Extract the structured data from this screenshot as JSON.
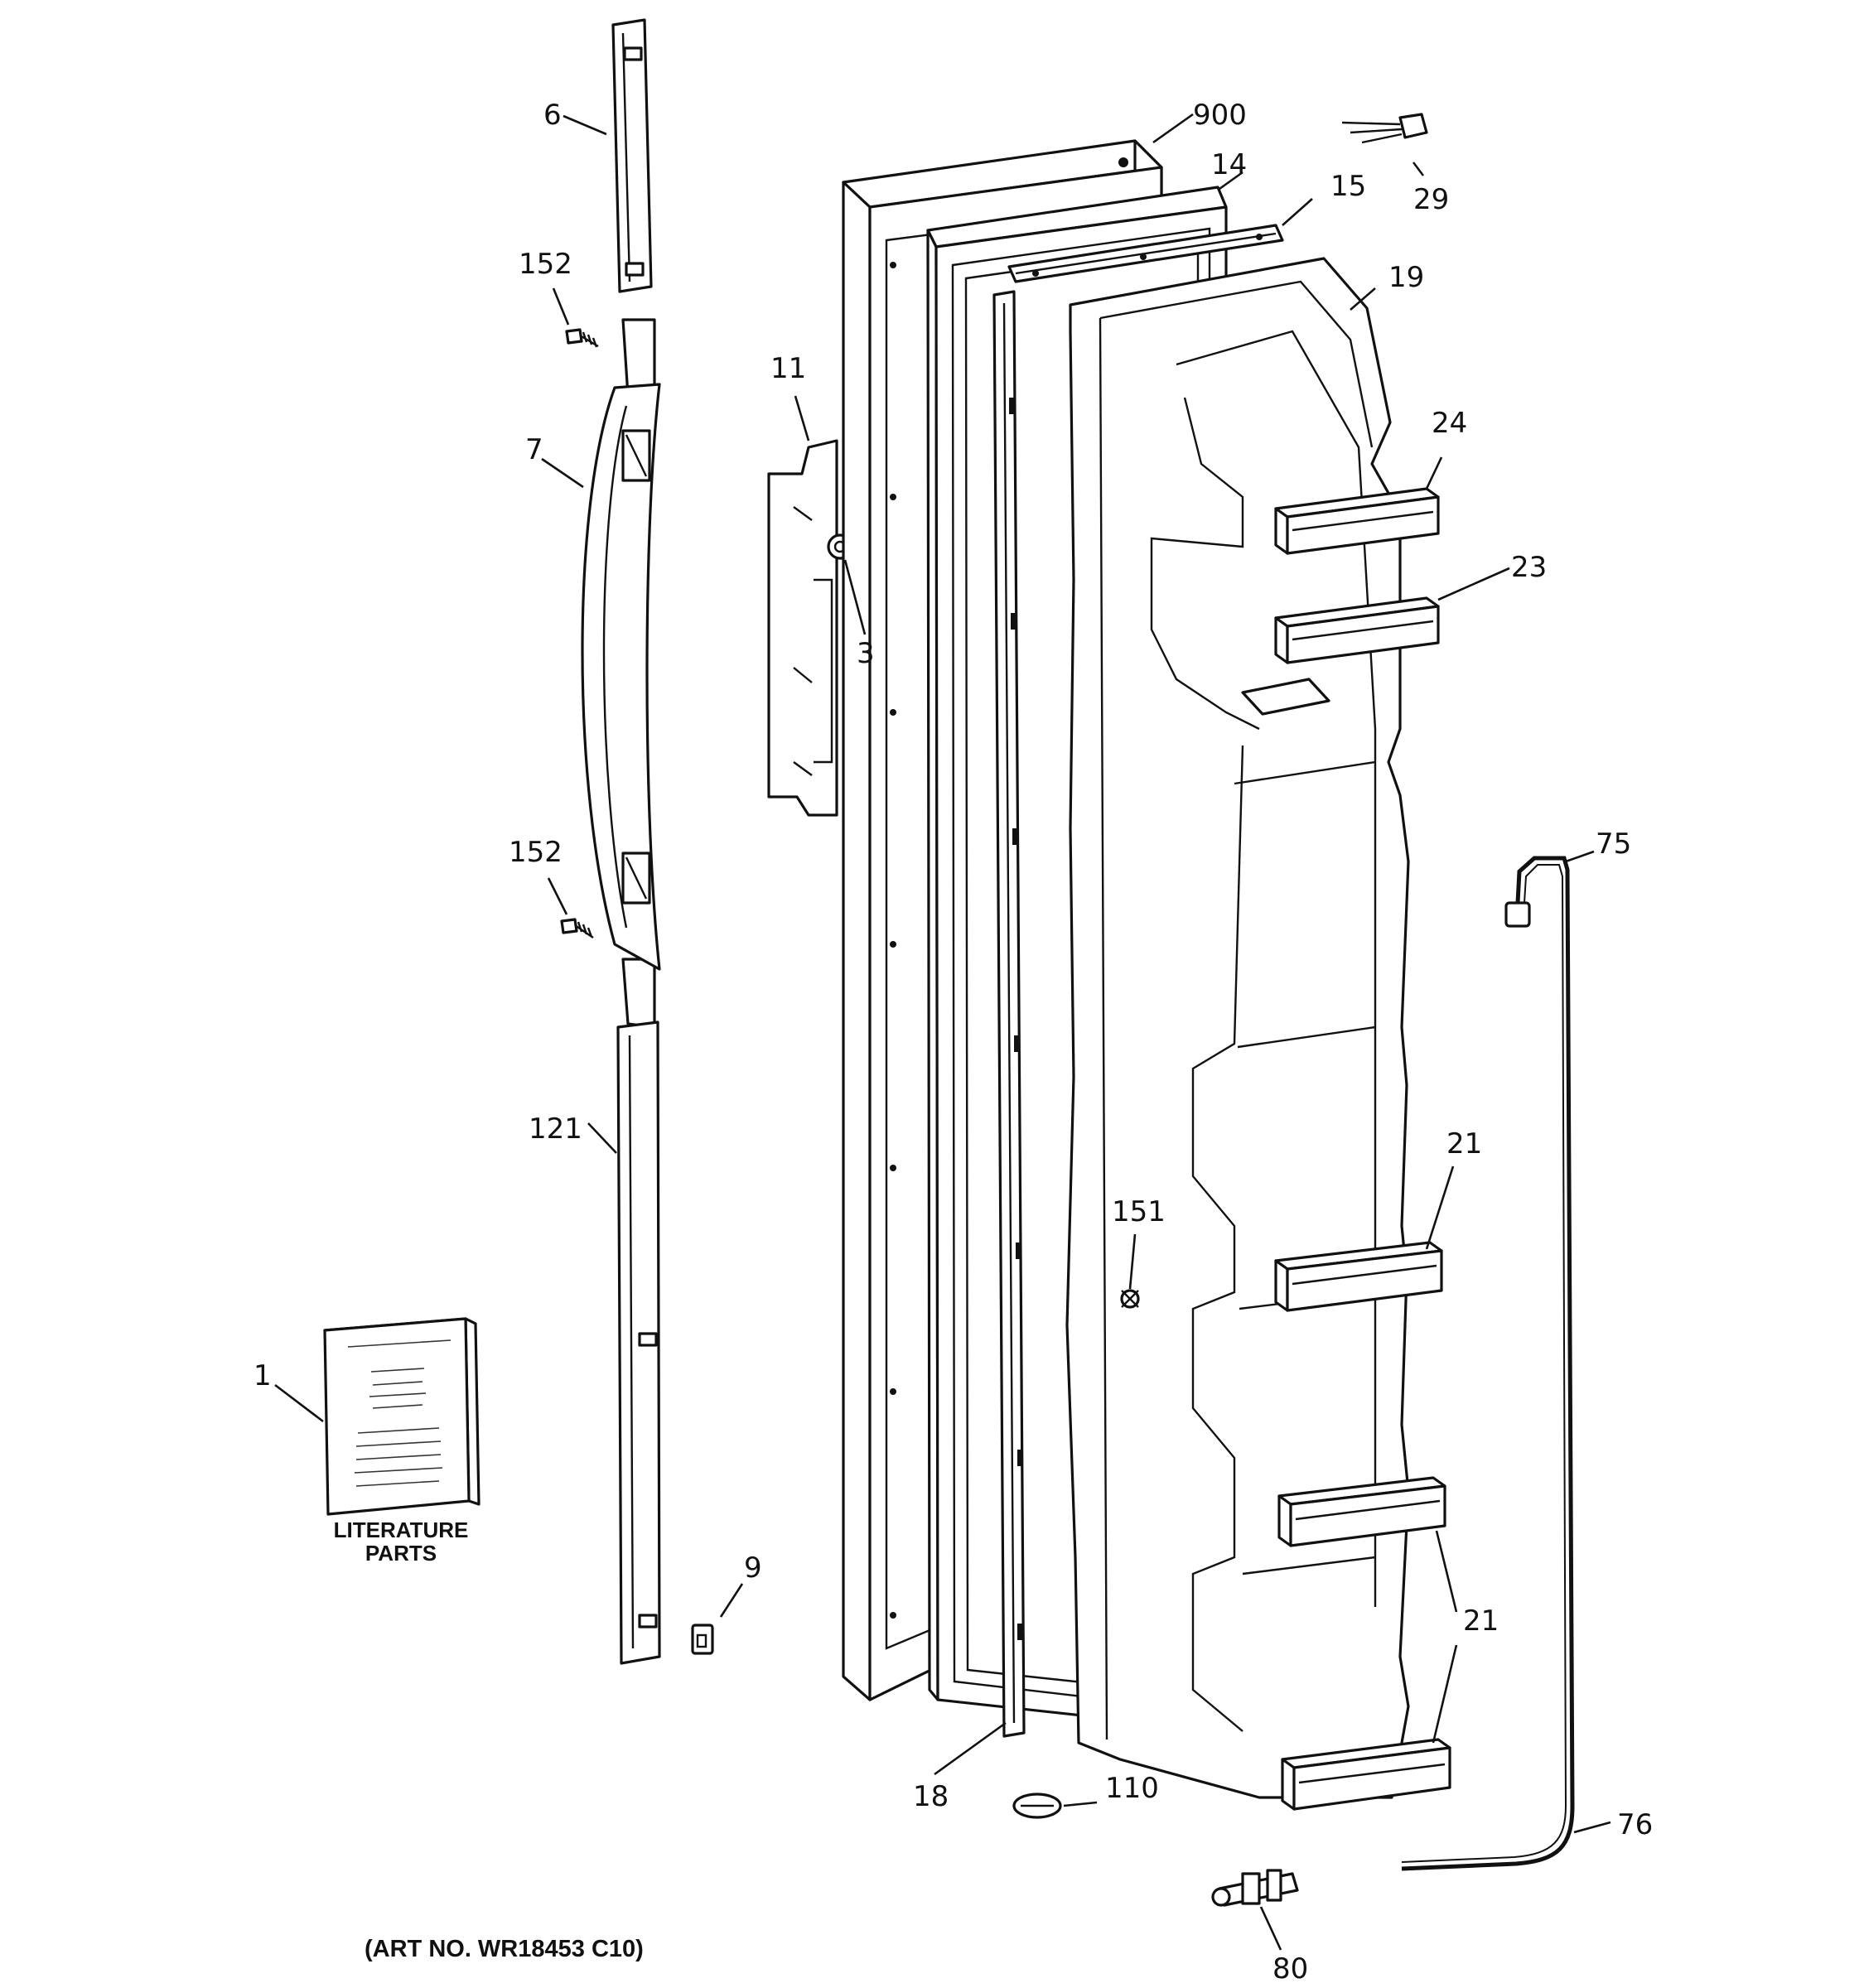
{
  "callouts": {
    "c6": "6",
    "c900": "900",
    "c14": "14",
    "c15": "15",
    "c29": "29",
    "c19": "19",
    "c152a": "152",
    "c11": "11",
    "c24": "24",
    "c7": "7",
    "c23": "23",
    "c3": "3",
    "c75": "75",
    "c152b": "152",
    "c121": "121",
    "c21a": "21",
    "c151": "151",
    "c1": "1",
    "c9": "9",
    "c21b": "21",
    "c18": "18",
    "c110": "110",
    "c76": "76",
    "c80": "80"
  },
  "literature_caption": [
    "LITERATURE",
    "PARTS"
  ],
  "art_number": "(ART NO. WR18453 C10)"
}
